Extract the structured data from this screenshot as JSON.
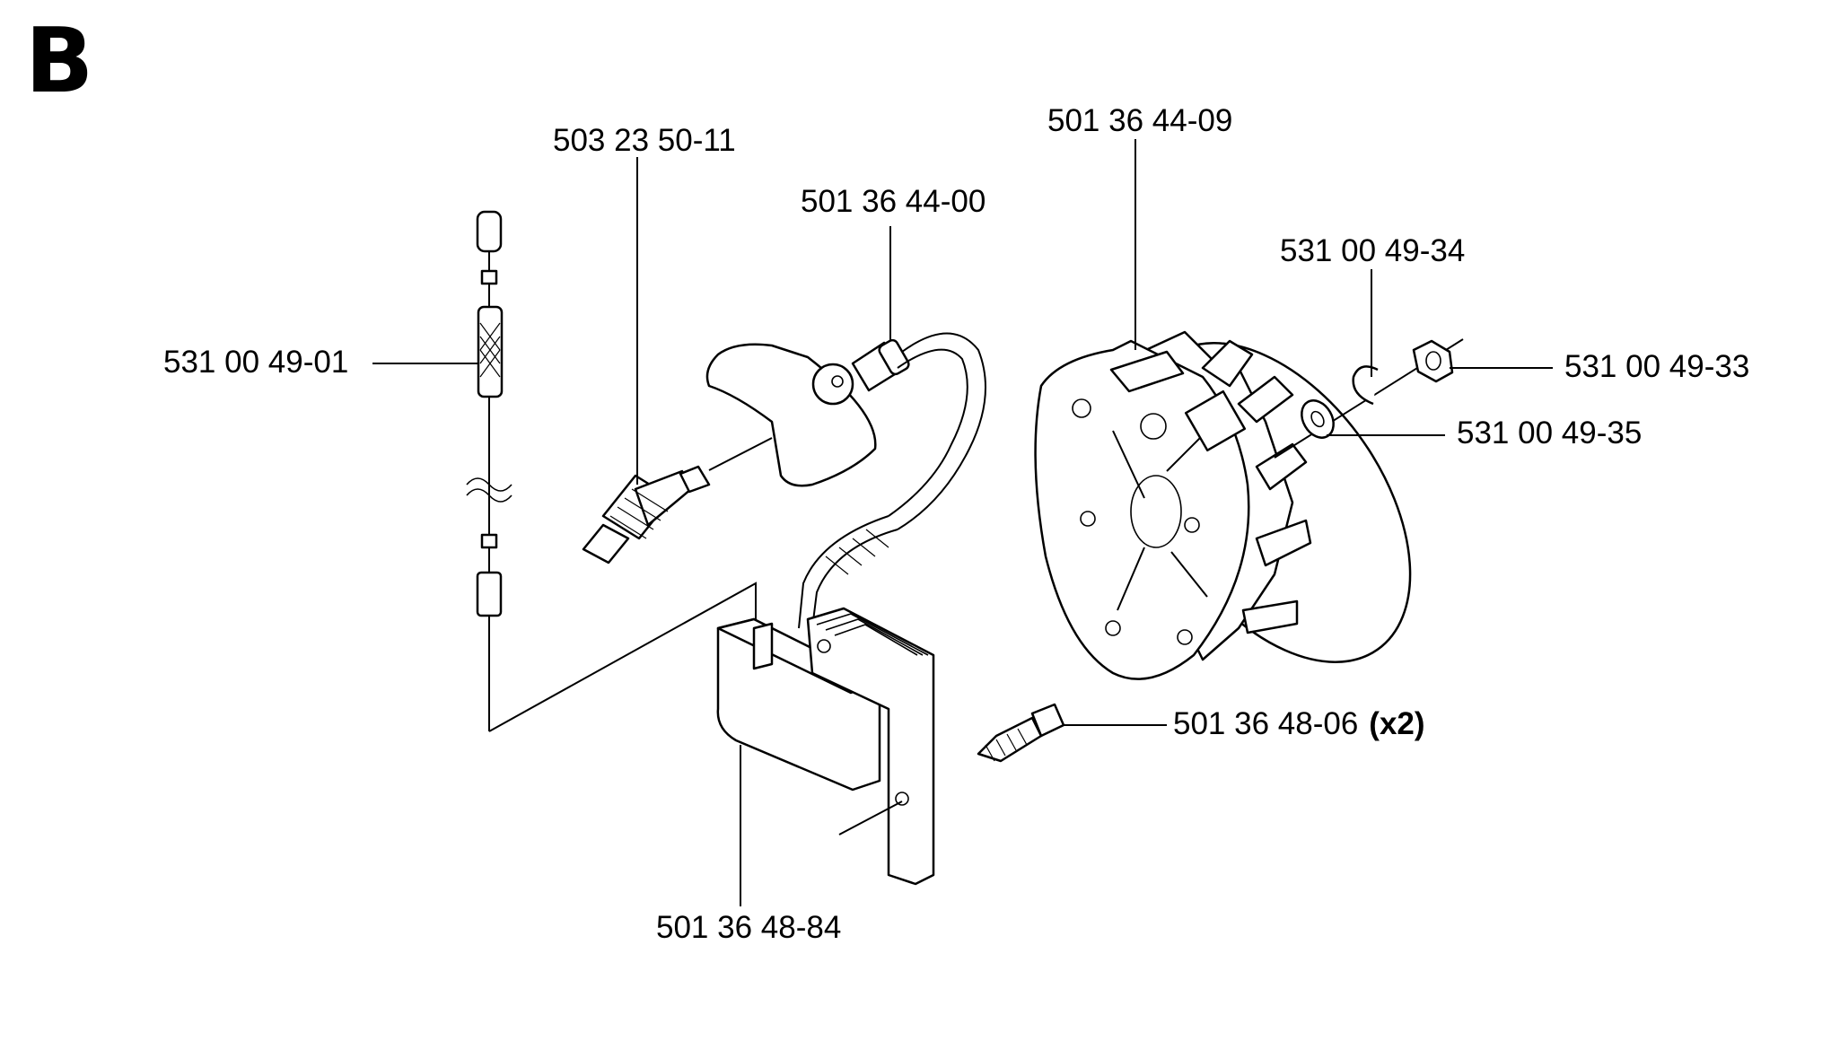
{
  "section_letter": "B",
  "callouts": {
    "ignition_cable": "531 00 49-01",
    "spark_plug": "503 23 50-11",
    "plug_cap": "501 36 44-00",
    "flywheel": "501 36 44-09",
    "circlip": "531 00 49-34",
    "nut": "531 00 49-33",
    "washer": "531 00 49-35",
    "screw": "501 36 48-06",
    "screw_qty": "(x2)",
    "ignition_module": "501 36 48-84"
  }
}
